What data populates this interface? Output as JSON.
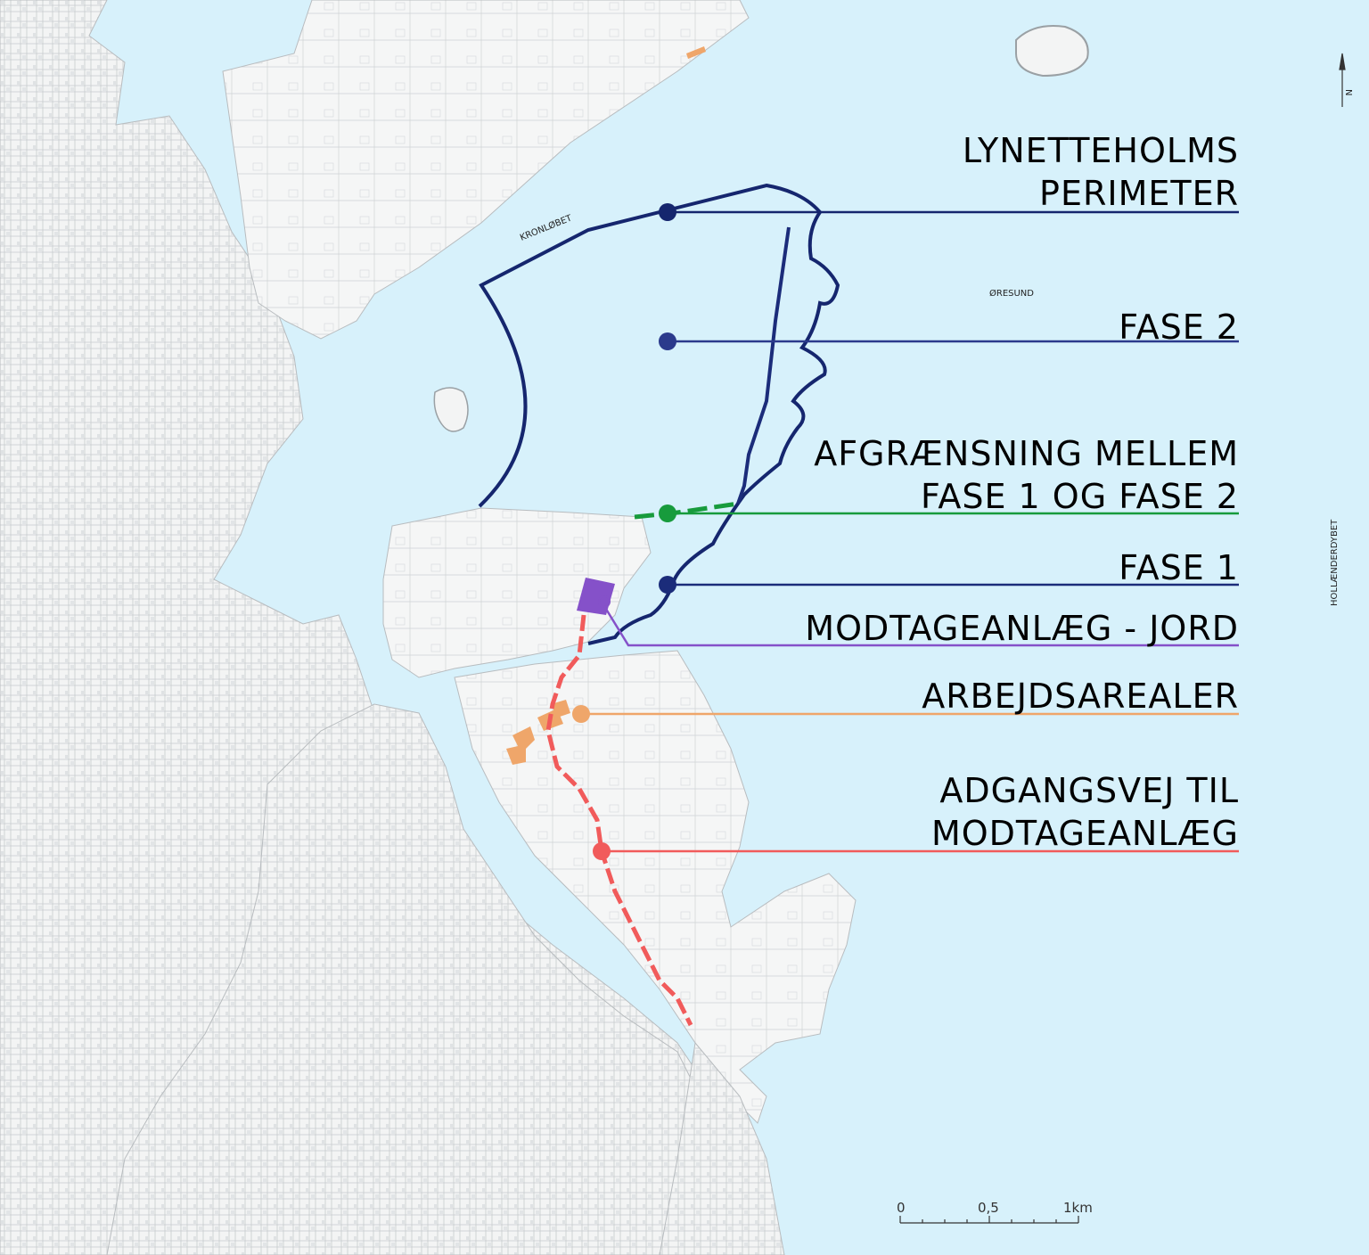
{
  "colors": {
    "water": "#d7f1fb",
    "land": "#f3f4f4",
    "land_stroke": "#b8bcbf",
    "perimeter": "#15266e",
    "fase2": "#2b3a8c",
    "divider": "#179b3c",
    "fase1": "#1b2c7a",
    "modtage": "#8551c9",
    "arbejds": "#efa66a",
    "adgang": "#f15b5b"
  },
  "legend": {
    "perimeter_line1": "LYNETTEHOLMS",
    "perimeter_line2": "PERIMETER",
    "fase2": "FASE 2",
    "divider_line1": "AFGRÆNSNING MELLEM",
    "divider_line2": "FASE 1 OG FASE 2",
    "fase1": "FASE 1",
    "modtage": "MODTAGEANLÆG - JORD",
    "arbejds": "ARBEJDSAREALER",
    "adgang_line1": "ADGANGSVEJ TIL",
    "adgang_line2": "MODTAGEANLÆG"
  },
  "place_names": {
    "kronlobet": "KRONLØBET",
    "oresund": "ØRESUND",
    "hollaenderdybet": "HOLLÆNDERDYBET"
  },
  "north_arrow": {
    "letter": "N",
    "icon": "north-arrow-icon"
  },
  "scale_bar": {
    "ticks": [
      "0",
      "0,5",
      "1km"
    ]
  }
}
